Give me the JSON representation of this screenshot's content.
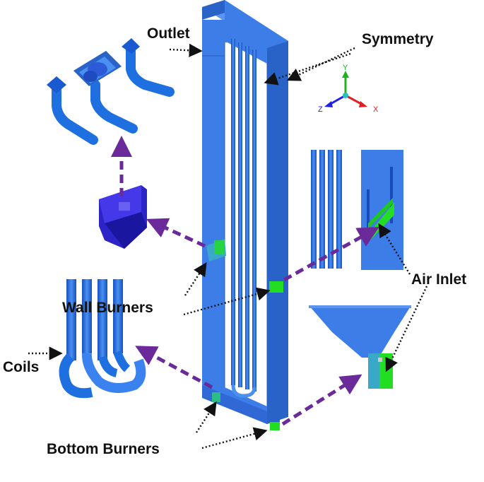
{
  "labels": {
    "outlet": "Outlet",
    "symmetry": "Symmetry",
    "wall_burners": "Wall Burners",
    "air_inlet": "Air Inlet",
    "coils": "Coils",
    "bottom_burners": "Bottom Burners"
  },
  "axes": {
    "y": "Y",
    "x": "X",
    "z": "Z"
  },
  "colors": {
    "furnace_blue": "#3d7de8",
    "furnace_dark": "#2a63c8",
    "pipe_blue": "#1e6fe0",
    "burner_dark": "#2d24c8",
    "inlet_green": "#22dd22",
    "leader_purple": "#6a2a9a",
    "axis_x": "#e02020",
    "axis_y": "#20b020",
    "axis_z": "#2020e0"
  }
}
